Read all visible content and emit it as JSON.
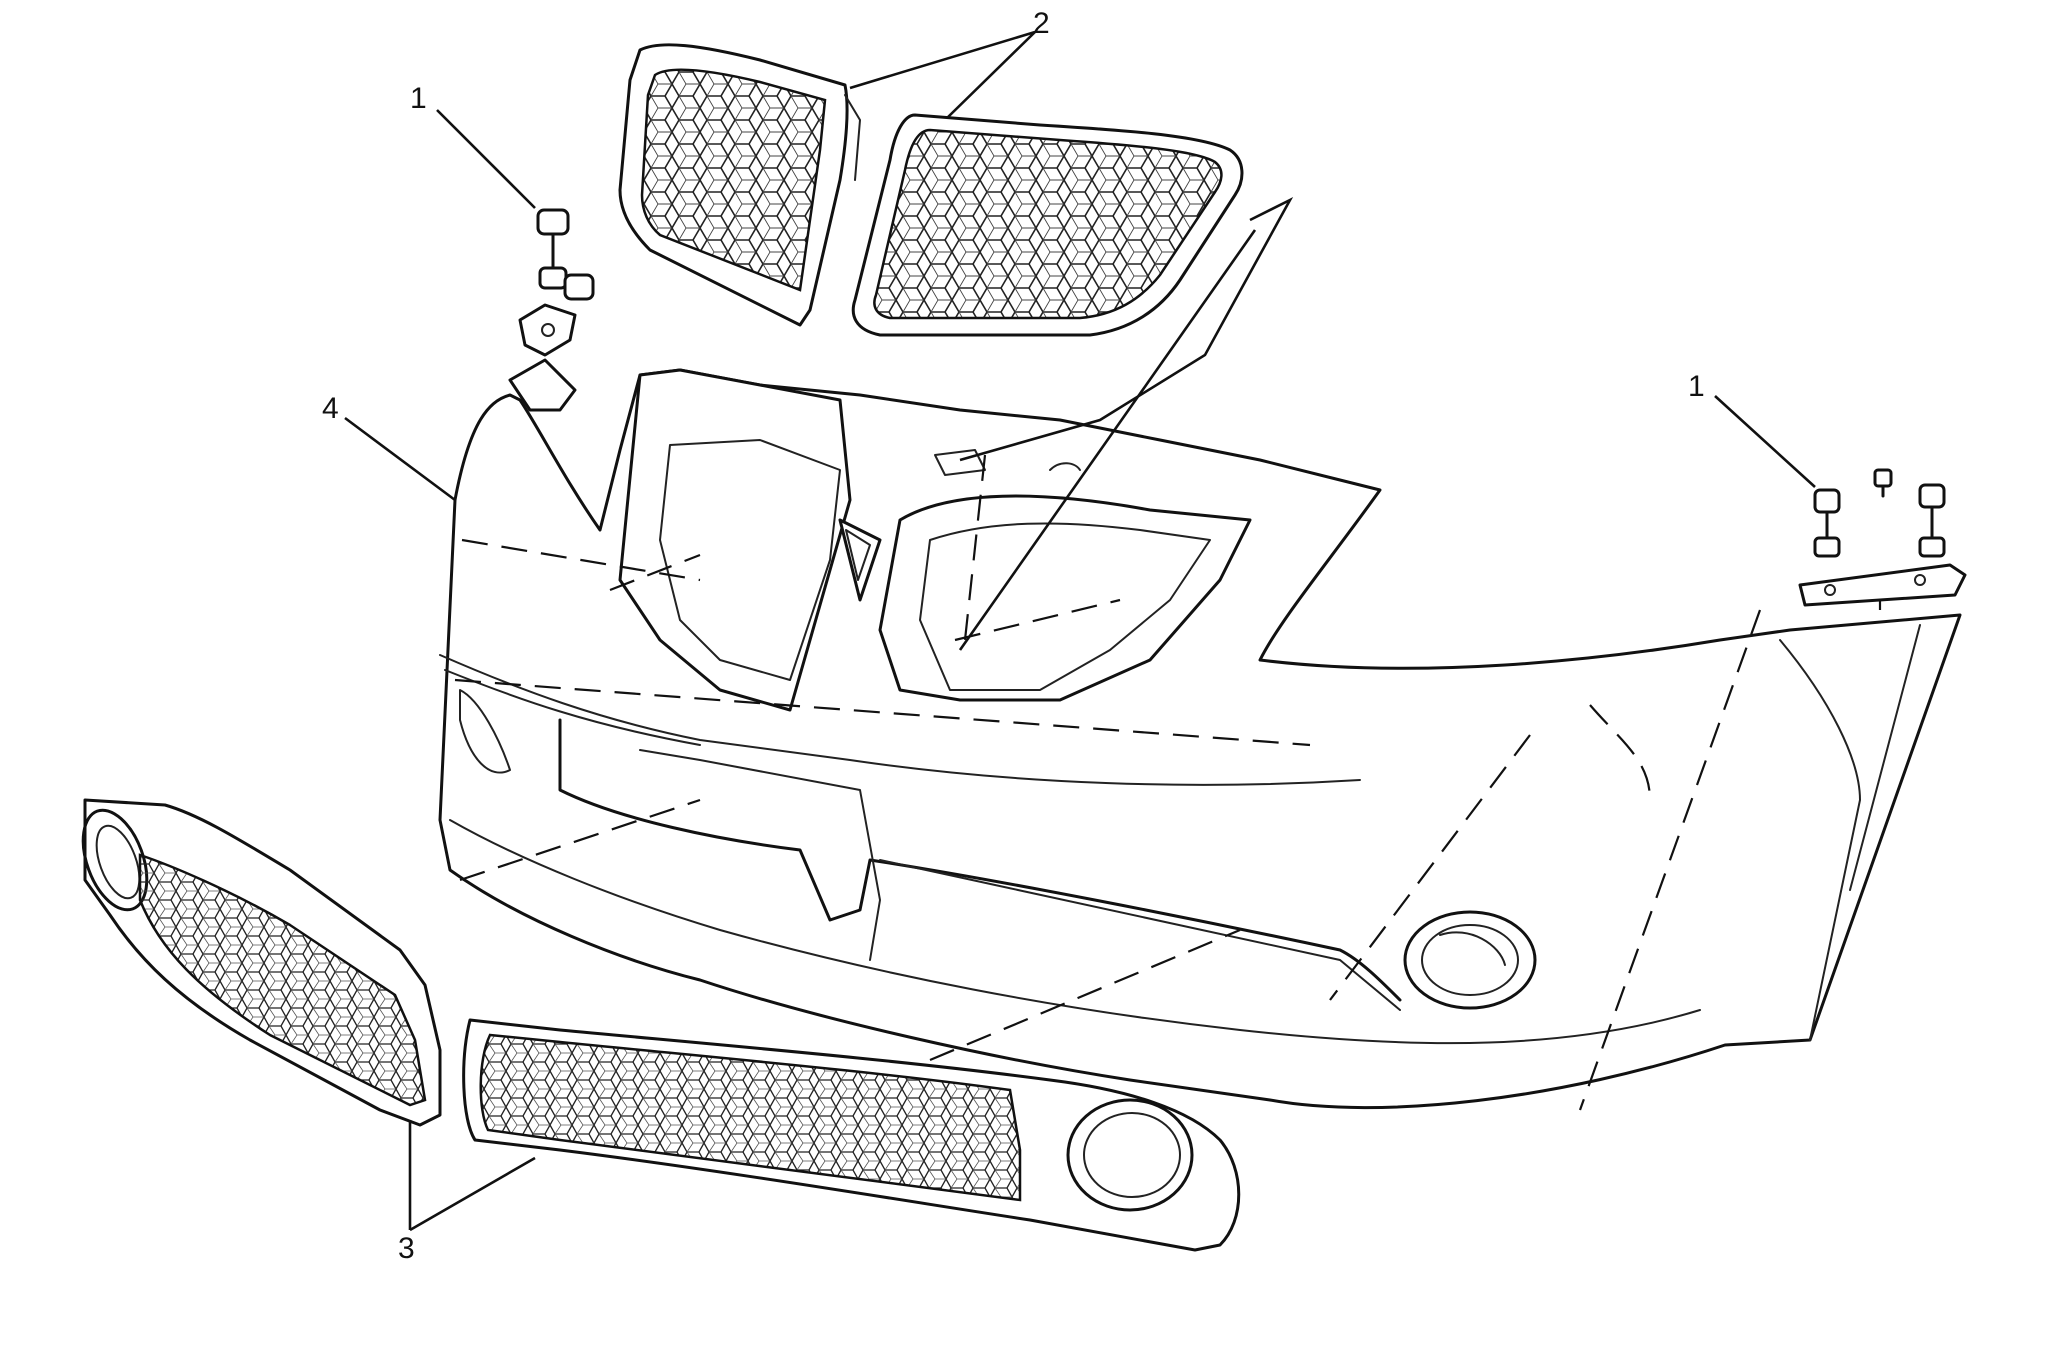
{
  "callouts": {
    "c1_left": "1",
    "c1_right": "1",
    "c2": "2",
    "c3": "3",
    "c4": "4"
  },
  "patterns": {
    "mesh": "hex-mesh-pattern"
  }
}
